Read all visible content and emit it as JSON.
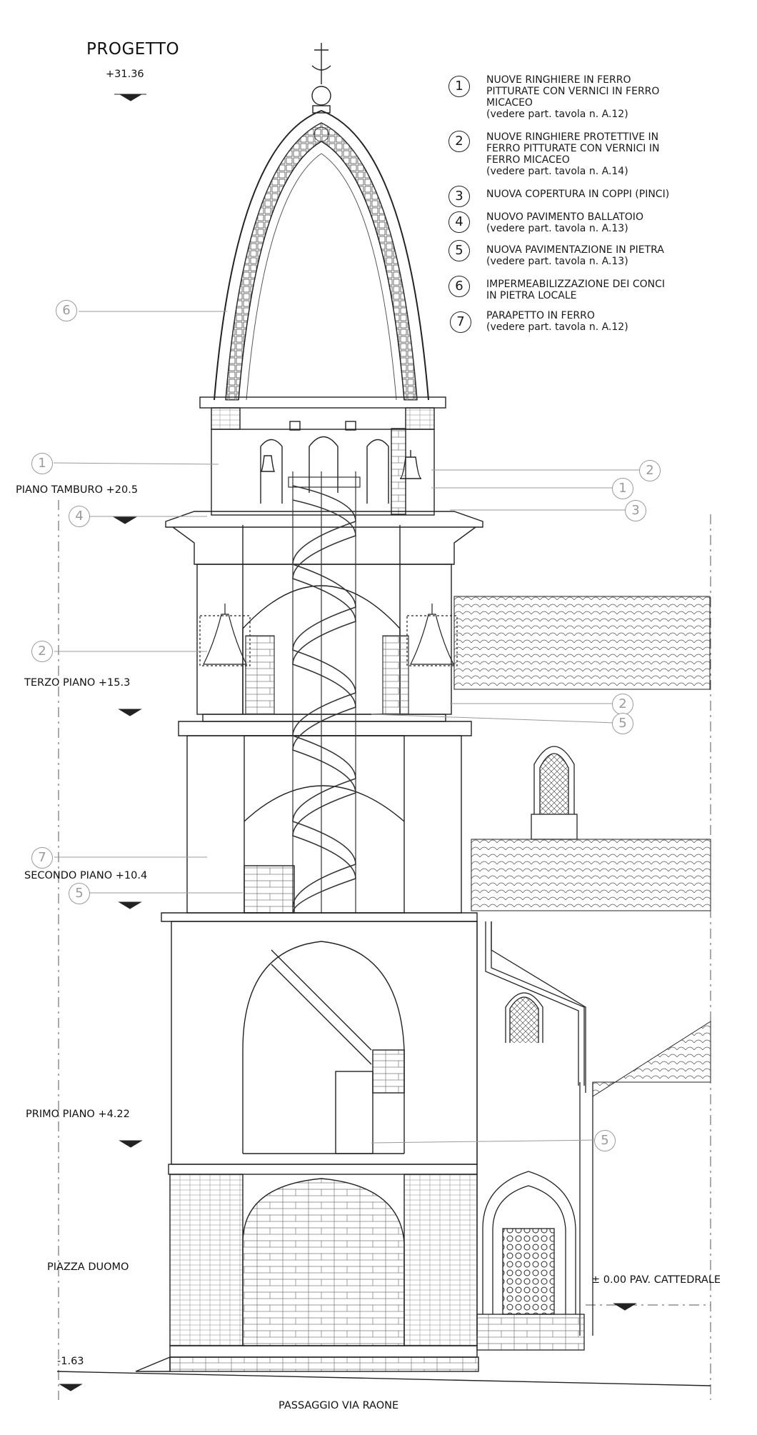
{
  "title": "PROGETTO",
  "top_elevation": "+31.36",
  "legend": [
    {
      "num": "1",
      "lines": [
        "NUOVE RINGHIERE IN FERRO",
        "PITTURATE CON VERNICI IN FERRO",
        "MICACEO",
        "(vedere part. tavola n. A.12)"
      ]
    },
    {
      "num": "2",
      "lines": [
        "NUOVE RINGHIERE  PROTETTIVE IN",
        "FERRO PITTURATE CON VERNICI IN",
        "FERRO MICACEO",
        "(vedere part. tavola n. A.14)"
      ]
    },
    {
      "num": "3",
      "lines": [
        "NUOVA COPERTURA IN COPPI (PINCI)"
      ]
    },
    {
      "num": "4",
      "lines": [
        "NUOVO PAVIMENTO BALLATOIO",
        "(vedere part. tavola n. A.13)"
      ]
    },
    {
      "num": "5",
      "lines": [
        "NUOVA PAVIMENTAZIONE IN PIETRA",
        "(vedere part. tavola n. A.13)"
      ]
    },
    {
      "num": "6",
      "lines": [
        "IMPERMEABILIZZAZIONE DEI CONCI",
        "IN PIETRA LOCALE"
      ]
    },
    {
      "num": "7",
      "lines": [
        "PARAPETTO IN FERRO",
        "(vedere part. tavola n. A.12)"
      ]
    }
  ],
  "levels": {
    "tamburo": "PIANO TAMBURO +20.5",
    "terzo": "TERZO PIANO +15.3",
    "secondo": "SECONDO PIANO +10.4",
    "primo": "PRIMO PIANO +4.22",
    "piazza": "PIAZZA DUOMO",
    "base": "-1.63",
    "cattedrale": "± 0.00 PAV. CATTEDRALE",
    "passaggio": "PASSAGGIO VIA RAONE"
  },
  "callouts": {
    "c6": "6",
    "c1a": "1",
    "c4": "4",
    "c2a": "2",
    "c7": "7",
    "c5a": "5",
    "c2b": "2",
    "c1b": "1",
    "c3": "3",
    "c2c": "2",
    "c5b": "5",
    "c5c": "5"
  }
}
